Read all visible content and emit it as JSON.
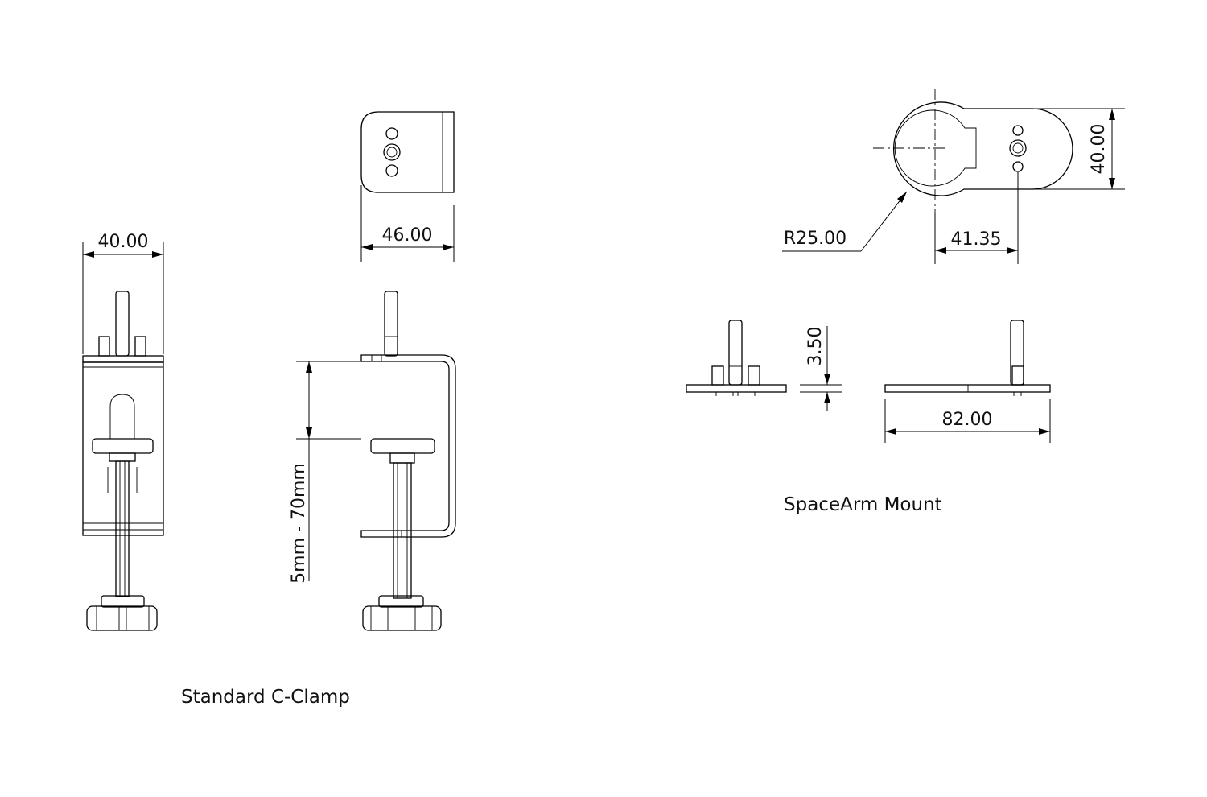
{
  "clamp": {
    "caption": "Standard C-Clamp",
    "dim_width_front": "40.00",
    "dim_width_top": "46.00",
    "dim_range": "5mm - 70mm"
  },
  "mount": {
    "caption": "SpaceArm Mount",
    "dim_height": "40.00",
    "dim_radius": "R25.00",
    "dim_offset": "41.35",
    "dim_thickness": "3.50",
    "dim_length": "82.00"
  }
}
